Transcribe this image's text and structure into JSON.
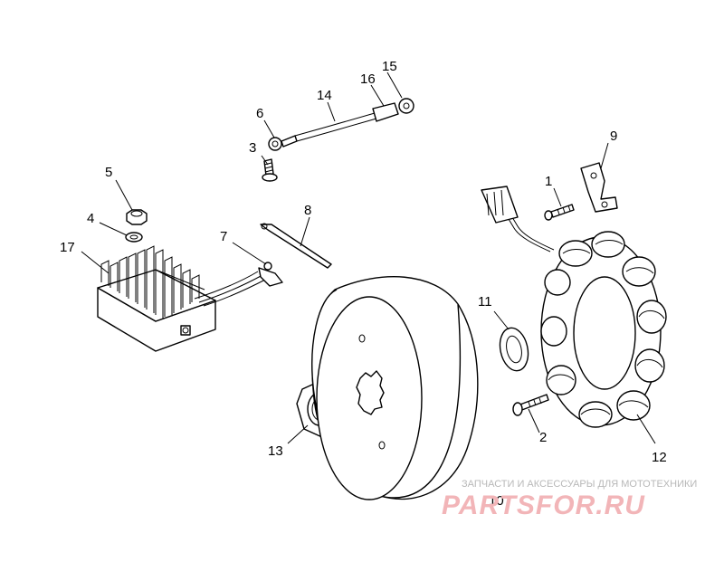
{
  "callouts": [
    {
      "id": "1",
      "label": "1"
    },
    {
      "id": "2",
      "label": "2"
    },
    {
      "id": "3",
      "label": "3"
    },
    {
      "id": "4",
      "label": "4"
    },
    {
      "id": "5",
      "label": "5"
    },
    {
      "id": "6",
      "label": "6"
    },
    {
      "id": "7",
      "label": "7"
    },
    {
      "id": "8",
      "label": "8"
    },
    {
      "id": "9",
      "label": "9"
    },
    {
      "id": "10",
      "label": "10"
    },
    {
      "id": "11",
      "label": "11"
    },
    {
      "id": "12",
      "label": "12"
    },
    {
      "id": "13",
      "label": "13"
    },
    {
      "id": "14",
      "label": "14"
    },
    {
      "id": "15",
      "label": "15"
    },
    {
      "id": "16",
      "label": "16"
    },
    {
      "id": "17",
      "label": "17"
    }
  ],
  "watermark": {
    "tagline": "ЗАПЧАСТИ И АКСЕССУАРЫ ДЛЯ МОТОТЕХНИКИ",
    "logo": "PARTSFOR.RU",
    "logo_color": "#f2b5b8",
    "tagline_color": "#b8b8b8"
  },
  "colors": {
    "line": "#000000",
    "background": "#ffffff"
  }
}
